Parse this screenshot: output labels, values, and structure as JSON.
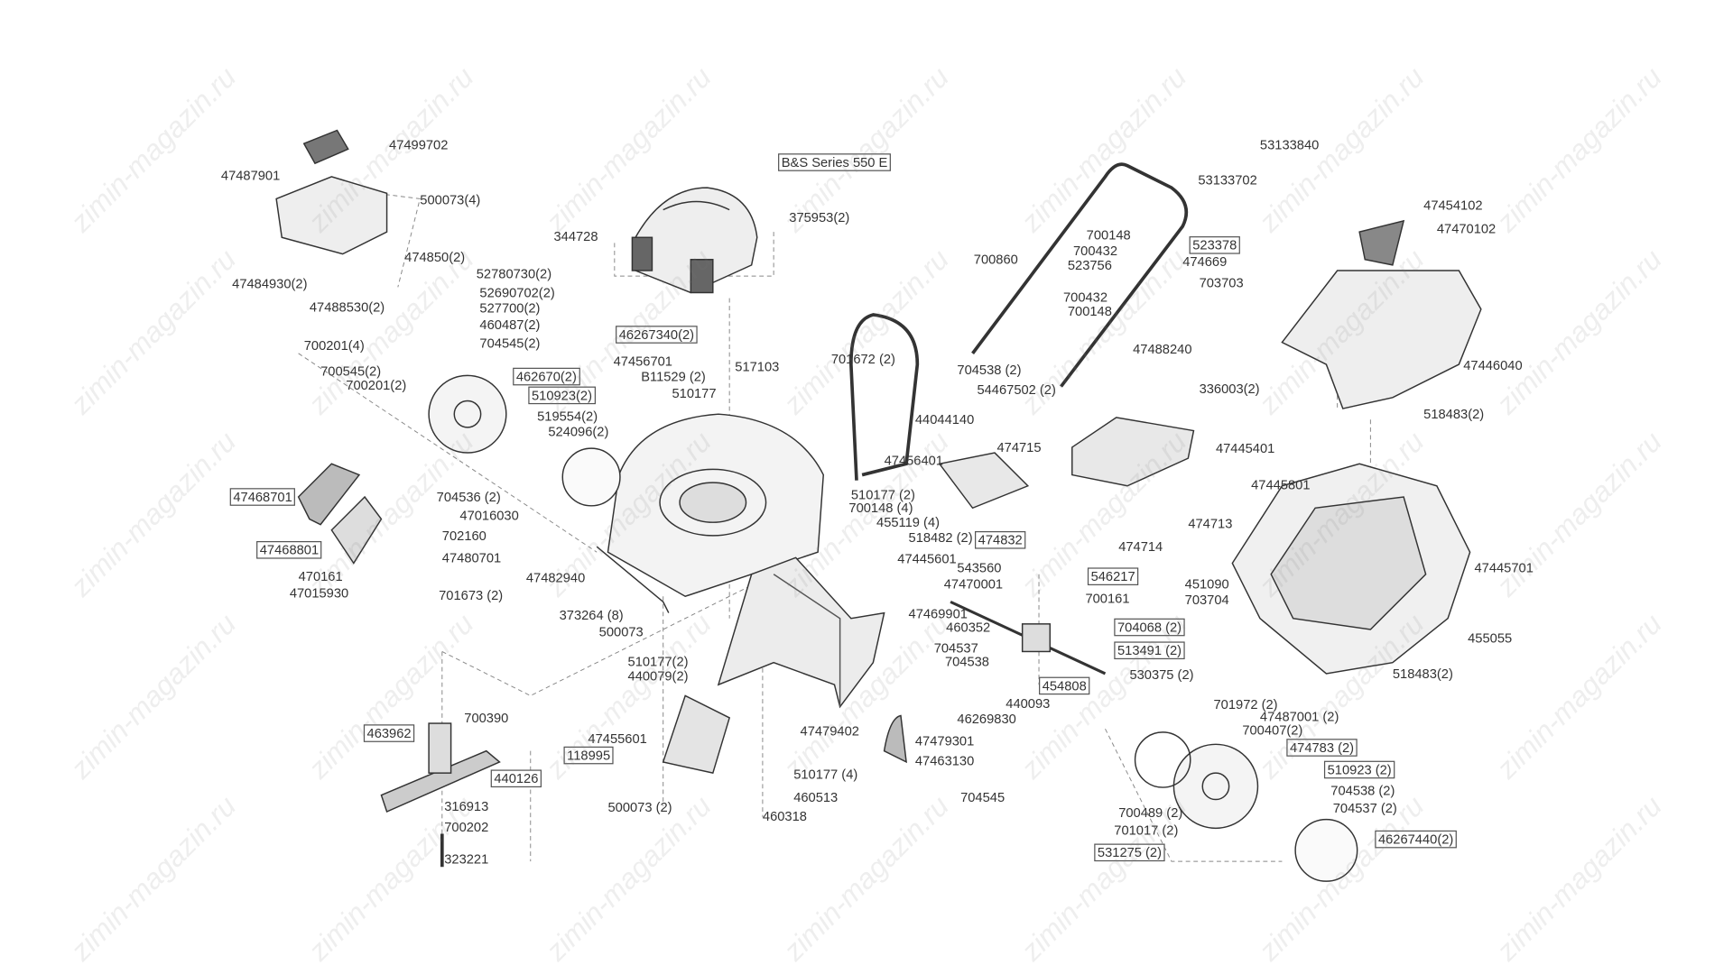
{
  "watermark": "zimin-magazin.ru",
  "labels": [
    "47499702",
    "47487901",
    "500073(4)",
    "474850(2)",
    "47484930(2)",
    "52780730(2)",
    "52690702(2)",
    "47488530(2)",
    "527700(2)",
    "460487(2)",
    "700201(4)",
    "704545(2)",
    "700545(2)",
    "700201(2)",
    "462670(2)",
    "510923(2)",
    "519554(2)",
    "524096(2)",
    "46267340(2)",
    "47456701",
    "B11529 (2)",
    "510177",
    "B&S Series 550 E",
    "344728",
    "375953(2)",
    "517103",
    "701672 (2)",
    "704538 (2)",
    "54467502 (2)",
    "44044140",
    "47456401",
    "474715",
    "47445401",
    "510177 (2)",
    "700148 (4)",
    "455119 (4)",
    "518482 (2)",
    "474832",
    "474714",
    "474713",
    "47445601",
    "543560",
    "47470001",
    "546217",
    "451090",
    "700161",
    "703704",
    "47469901",
    "460352",
    "704068 (2)",
    "513491 (2)",
    "704537",
    "704538",
    "530375 (2)",
    "454808",
    "440093",
    "46269830",
    "47468701",
    "704536 (2)",
    "47016030",
    "702160",
    "47468801",
    "47480701",
    "470161",
    "47015930",
    "701673 (2)",
    "47482940",
    "373264 (8)",
    "500073",
    "510177(2)",
    "440079(2)",
    "700390",
    "463962",
    "118995",
    "440126",
    "316913",
    "700202",
    "323221",
    "47455601",
    "500073 (2)",
    "510177 (4)",
    "460513",
    "460318",
    "47479402",
    "47479301",
    "47463130",
    "704545",
    "701972 (2)",
    "47487001 (2)",
    "700407(2)",
    "474783 (2)",
    "510923 (2)",
    "704538 (2)",
    "704537 (2)",
    "46267440(2)",
    "700489 (2)",
    "701017 (2)",
    "531275 (2)",
    "53133840",
    "53133702",
    "700148",
    "523378",
    "700432",
    "474669",
    "700860",
    "523756",
    "700432",
    "700148",
    "703703",
    "47488240",
    "47454102",
    "47470102",
    "47446040",
    "336003(2)",
    "518483(2)",
    "47445801",
    "47445701",
    "455055",
    "518483(2)"
  ]
}
